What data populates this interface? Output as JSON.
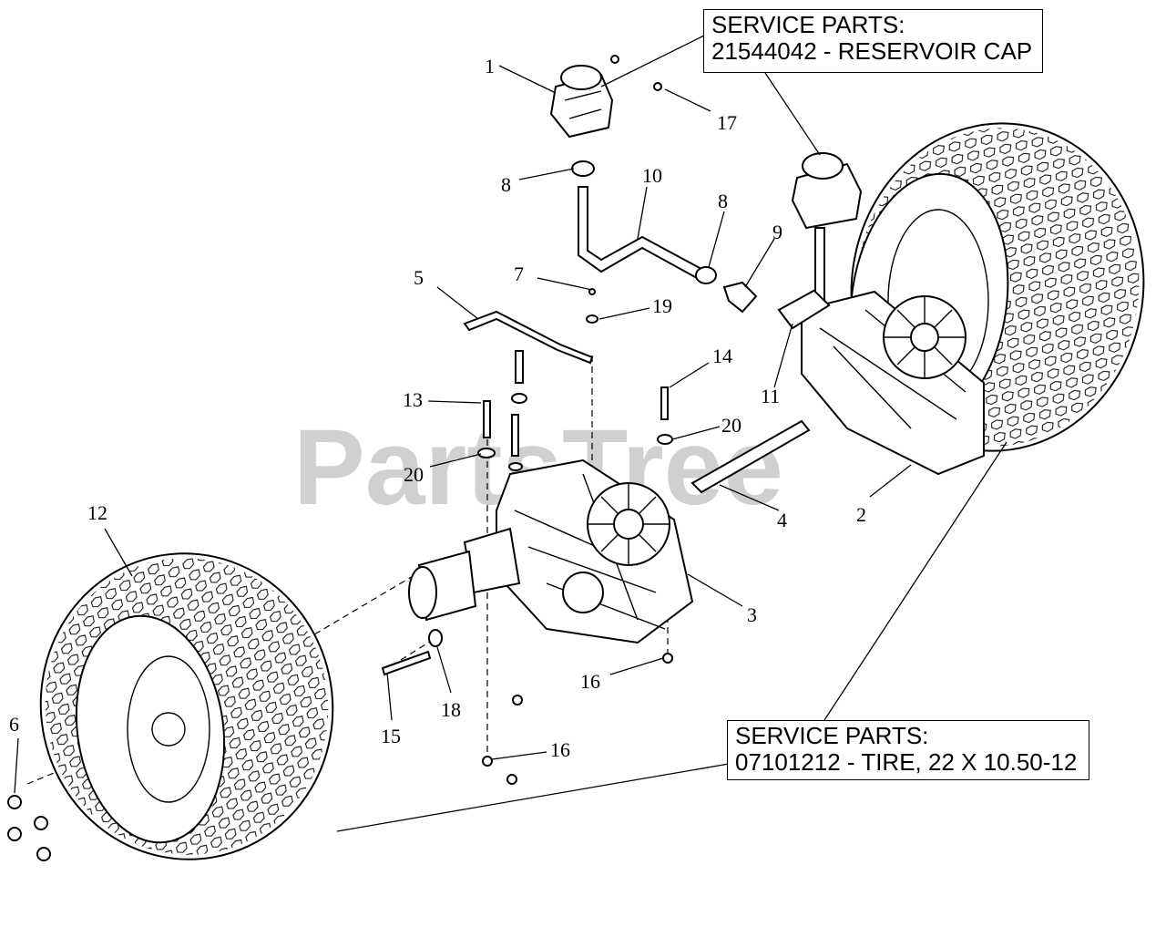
{
  "watermark": "PartsTree",
  "service_parts": [
    {
      "heading": "SERVICE PARTS:",
      "line": "21544042 - RESERVOIR CAP"
    },
    {
      "heading": "SERVICE PARTS:",
      "line": "07101212 - TIRE, 22 X 10.50-12"
    }
  ],
  "labels": {
    "n1": "1",
    "n2": "2",
    "n3": "3",
    "n4": "4",
    "n5": "5",
    "n6": "6",
    "n7": "7",
    "n8a": "8",
    "n8b": "8",
    "n9": "9",
    "n10": "10",
    "n11": "11",
    "n12": "12",
    "n13": "13",
    "n14": "14",
    "n15": "15",
    "n16a": "16",
    "n16b": "16",
    "n17": "17",
    "n18": "18",
    "n19": "19",
    "n20a": "20",
    "n20b": "20"
  }
}
